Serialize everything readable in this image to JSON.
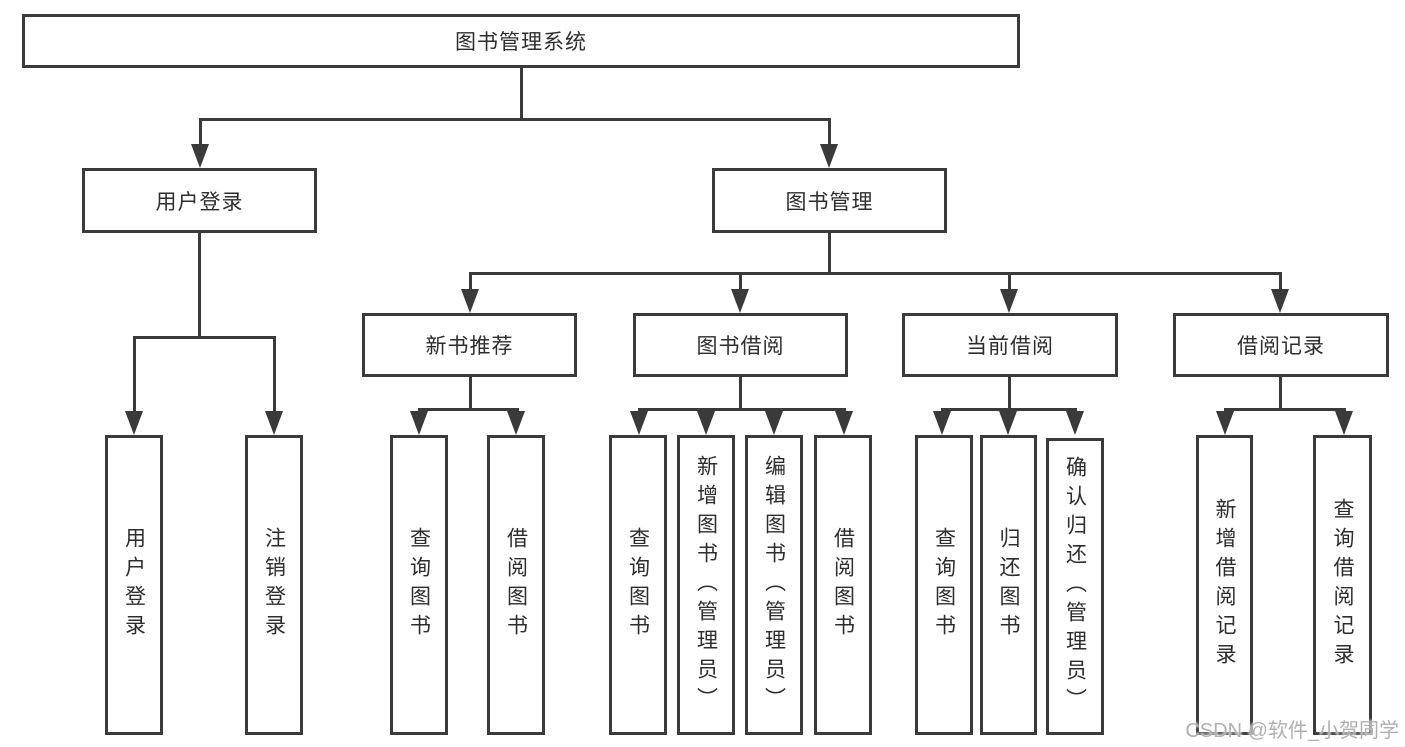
{
  "nodes": {
    "root": "图书管理系统",
    "user_login": "用户登录",
    "book_mgmt": "图书管理",
    "new_book_rec": "新书推荐",
    "book_borrow": "图书借阅",
    "current_borrow": "当前借阅",
    "borrow_record": "借阅记录",
    "leaf_user_login": "用户登录",
    "leaf_logout": "注销登录",
    "rec_query_books": "查询图书",
    "rec_borrow_books": "借阅图书",
    "bb_query_books": "查询图书",
    "bb_add_books_admin": "新增图书（管理员）",
    "bb_edit_books_admin": "编辑图书（管理员）",
    "bb_borrow_books": "借阅图书",
    "cb_query_books": "查询图书",
    "cb_return_books": "归还图书",
    "cb_confirm_return_admin": "确认归还（管理员）",
    "br_add_record": "新增借阅记录",
    "br_query_record": "查询借阅记录"
  },
  "watermark": {
    "text": "CSDN @软件_小贺同学"
  },
  "colors": {
    "line": "#3a3a3a",
    "text": "#2d2d2d",
    "watermark": "#b0b0b0",
    "background": "#ffffff"
  }
}
